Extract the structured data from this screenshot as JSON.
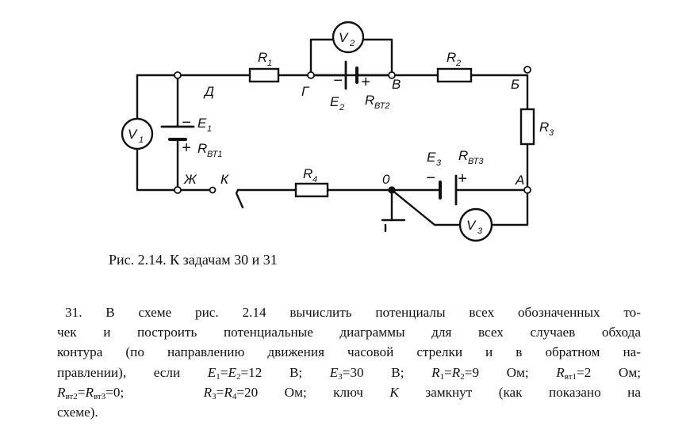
{
  "figure": {
    "node_labels": {
      "d": "Д",
      "g": "Г",
      "v": "В",
      "b": "Б",
      "a": "А",
      "zh": "Ж",
      "k": "К",
      "o": "0"
    },
    "r1": {
      "main": "R",
      "sub": "1"
    },
    "r2": {
      "main": "R",
      "sub": "2"
    },
    "r3": {
      "main": "R",
      "sub": "3"
    },
    "r4": {
      "main": "R",
      "sub": "4"
    },
    "v1": {
      "main": "V",
      "sub": "1"
    },
    "v2": {
      "main": "V",
      "sub": "2"
    },
    "v3": {
      "main": "V",
      "sub": "3"
    },
    "e1": {
      "main": "E",
      "sub": "1"
    },
    "e2": {
      "main": "E",
      "sub": "2"
    },
    "e3": {
      "main": "E",
      "sub": "3"
    },
    "rvt1": {
      "main": "R",
      "sub": "ВТ1"
    },
    "rvt2": {
      "main": "R",
      "sub": "ВТ2"
    },
    "rvt3": {
      "main": "R",
      "sub": "ВТ3"
    },
    "minus": "−",
    "plus": "+"
  },
  "caption": "Рис. 2.14. К задачам 30 и 31",
  "problem": {
    "line1": "31. В схеме рис. 2.14 вычислить потенциалы всех обозначенных то-",
    "line2": "чек и построить потенциальные диаграммы для всех случаев обхода",
    "line3": "контура (по направлению движения часовой стрелки и в обратном на-",
    "line4_a": "правлении), если ",
    "line4_b": "В; ",
    "line4_c": "В; ",
    "line4_d": "Ом; ",
    "line4_e": "Ом;",
    "eq_e1e2": {
      "e": "E",
      "s1": "1",
      "s2": "2",
      "val": "=12 "
    },
    "eq_e3": {
      "e": "E",
      "s": "3",
      "val": "=30 "
    },
    "eq_r1r2": {
      "r": "R",
      "s1": "1",
      "s2": "2",
      "val": "=9 "
    },
    "eq_rvt1": {
      "r": "R",
      "s": "вт1",
      "val": "=2 "
    },
    "eq_rvt23": {
      "r": "R",
      "s1": "вт2",
      "s2": "вт3",
      "val": "=0;"
    },
    "eq_r3r4": {
      "r": "R",
      "s1": "3",
      "s2": "4",
      "val": "=20 "
    },
    "line5_a": "Ом; ключ ",
    "line5_k": "K",
    "line5_b": " замкнут (как показано на",
    "line6": "схеме)."
  }
}
